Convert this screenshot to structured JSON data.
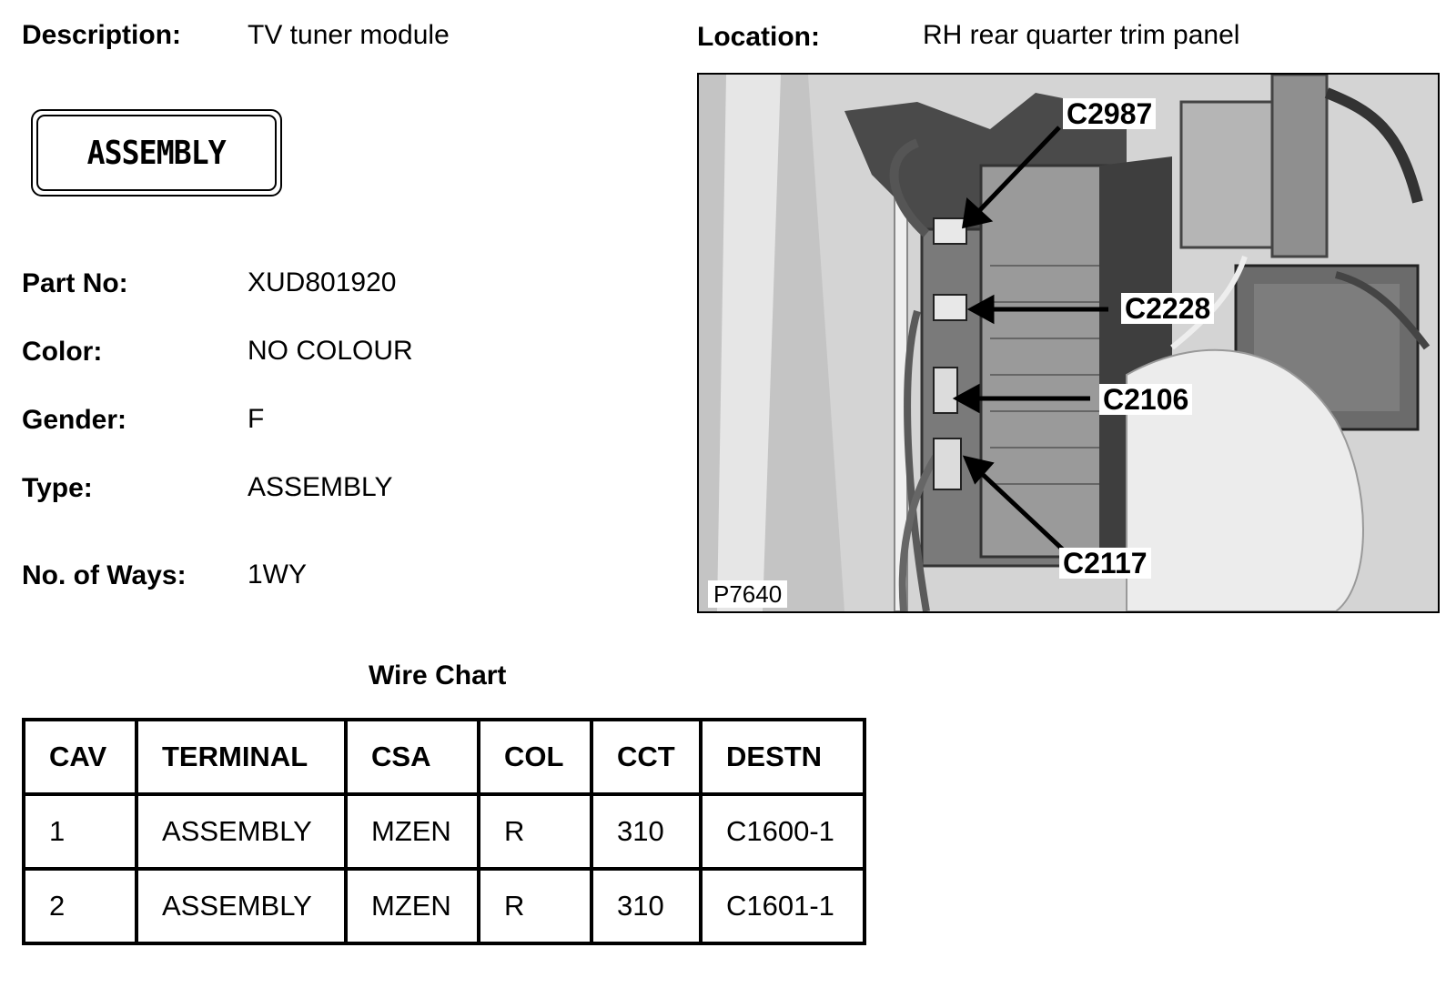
{
  "description": {
    "label": "Description:",
    "value": "TV tuner module"
  },
  "location": {
    "label": "Location:",
    "value": "RH rear quarter trim panel"
  },
  "badge": {
    "text": "ASSEMBLY"
  },
  "fields": [
    {
      "label": "Part No:",
      "value": "XUD801920"
    },
    {
      "label": "Color:",
      "value": "NO COLOUR"
    },
    {
      "label": "Gender:",
      "value": "F"
    },
    {
      "label": "Type:",
      "value": "ASSEMBLY"
    },
    {
      "label": "No. of Ways:",
      "value": "1WY"
    }
  ],
  "photo": {
    "code": "P7640",
    "callouts": [
      "C2987",
      "C2228",
      "C2106",
      "C2117"
    ]
  },
  "wire_chart": {
    "title": "Wire Chart",
    "headers": [
      "CAV",
      "TERMINAL",
      "CSA",
      "COL",
      "CCT",
      "DESTN"
    ],
    "rows": [
      [
        "1",
        "ASSEMBLY",
        "MZEN",
        "R",
        "310",
        "C1600-1"
      ],
      [
        "2",
        "ASSEMBLY",
        "MZEN",
        "R",
        "310",
        "C1601-1"
      ]
    ]
  }
}
